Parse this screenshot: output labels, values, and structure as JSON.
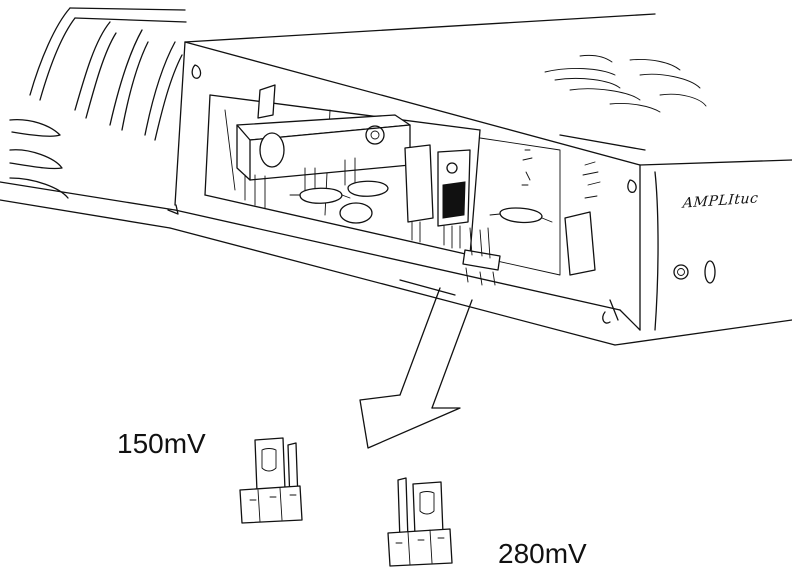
{
  "jumper_labels": {
    "low": "150mV",
    "high": "280mV"
  },
  "faceplate": {
    "brand_text": "AMPLItuc"
  },
  "colors": {
    "line": "#111111",
    "background": "#ffffff"
  }
}
